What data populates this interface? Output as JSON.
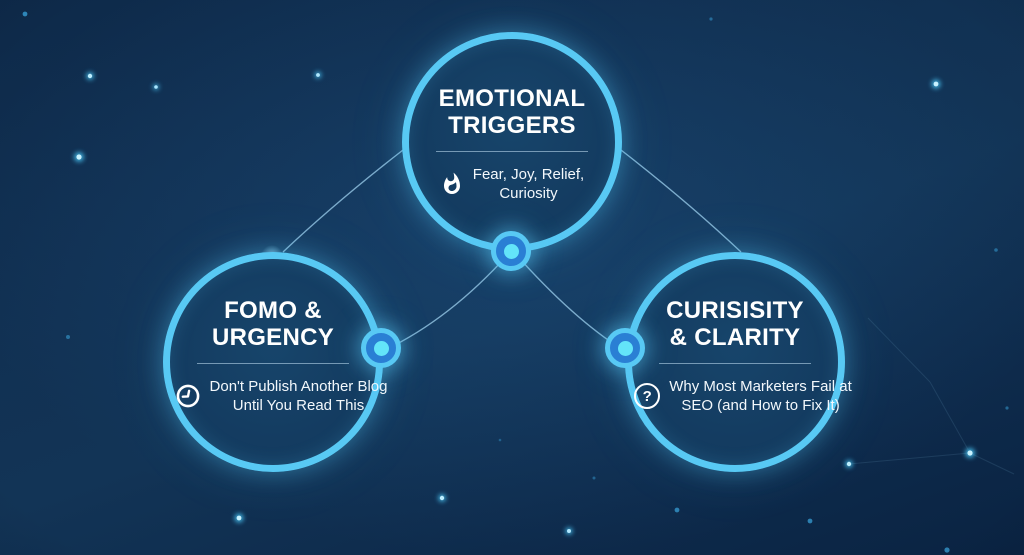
{
  "diagram": {
    "bubbles": [
      {
        "id": "emotional-triggers",
        "title_line1": "EMOTIONAL",
        "title_line2": "TRIGGERS",
        "icon": "flame-icon",
        "desc_line1": "Fear, Joy, Relief,",
        "desc_line2": "Curiosity"
      },
      {
        "id": "fomo-urgency",
        "title_line1": "FOMO &",
        "title_line2": "URGENCY",
        "icon": "clock-icon",
        "desc_line1": "Don't Publish Another Blog",
        "desc_line2": "Until You Read This"
      },
      {
        "id": "curiosity-clarity",
        "title_line1": "CURISISITY",
        "title_line2": "& CLARITY",
        "icon": "question-icon",
        "desc_line1": "Why Most Marketers Fail at",
        "desc_line2": "SEO (and How to Fix It)"
      }
    ],
    "icons": {
      "question_glyph": "?"
    },
    "colors": {
      "ring": "#58c9f4",
      "node_core": "#63e4f9",
      "node_mid": "#2a7fd4",
      "connector": "#96c8e6",
      "background_center": "#133456",
      "background_edge": "#0a2342",
      "text": "#ffffff"
    }
  }
}
